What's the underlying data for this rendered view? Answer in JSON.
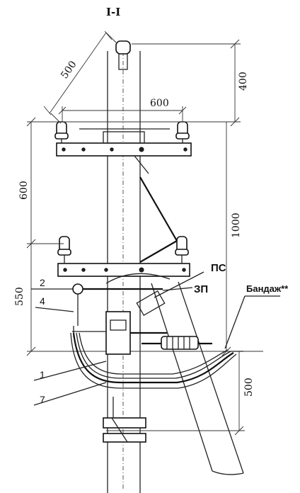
{
  "section_title": "I-I",
  "dimensions": {
    "d500_diag": "500",
    "d400": "400",
    "d600_h": "600",
    "d600_v": "600",
    "d1000": "1000",
    "d550": "550",
    "d500_v": "500"
  },
  "labels": {
    "ps": "ПС",
    "zp": "ЗП",
    "bandage": "Бандаж**",
    "l2": "2",
    "l4": "4",
    "l1": "1",
    "l7": "7"
  }
}
